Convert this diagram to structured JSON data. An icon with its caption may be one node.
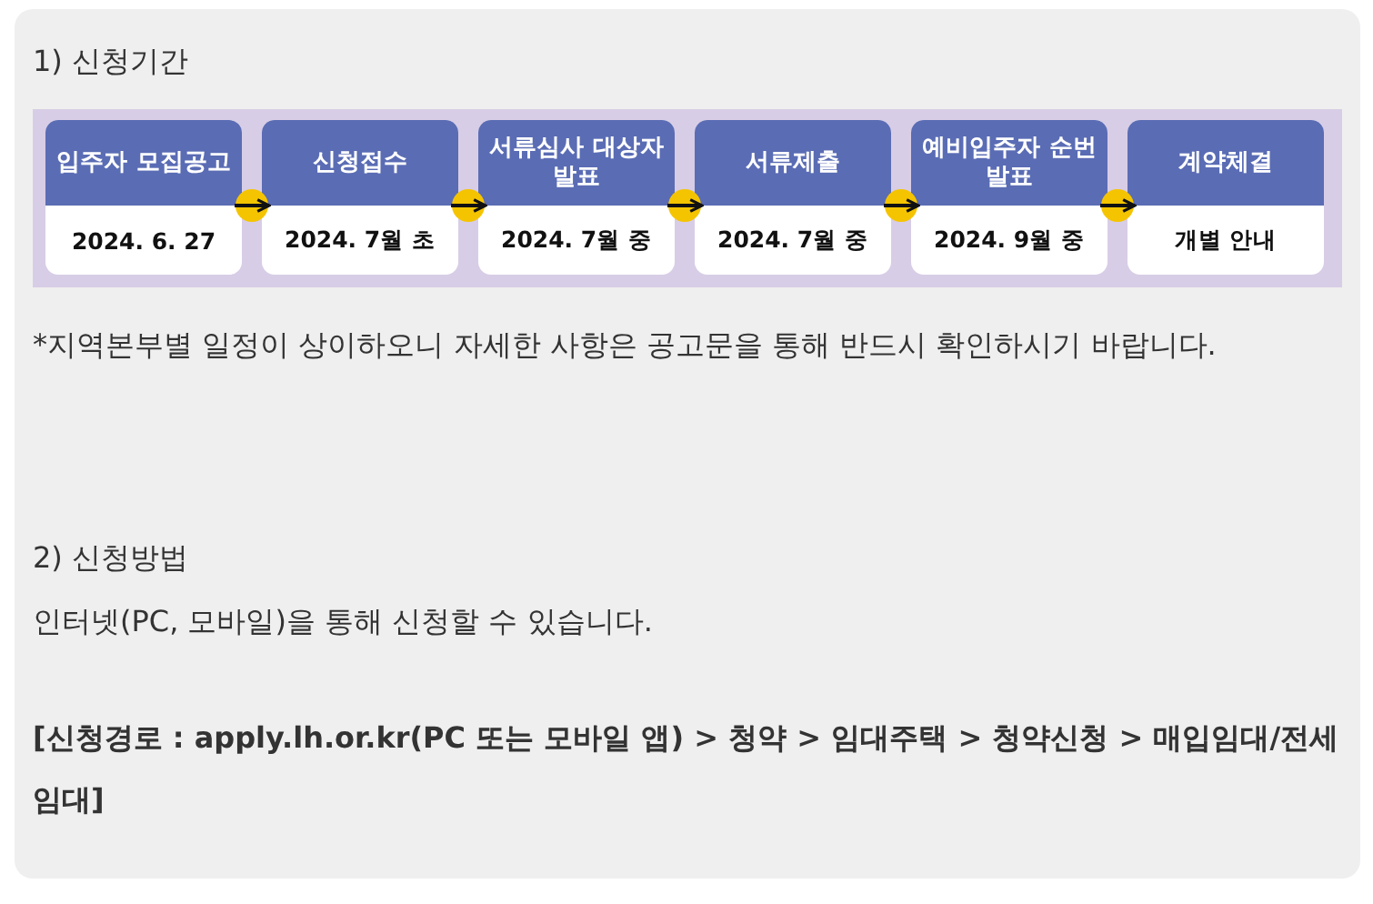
{
  "diagram": {
    "nodes": [
      {
        "text": [
          "입주자 모집공고",
          "2024. 6. 27"
        ]
      },
      {
        "text": [
          "신청접수",
          "2024. 7월 초"
        ]
      },
      {
        "text": [
          "서류심사 대상자 발표",
          "2024. 7월 중"
        ]
      },
      {
        "text": [
          "서류제출",
          "2024. 7월 중"
        ]
      },
      {
        "text": [
          "예비입주자 순번 발표",
          "2024. 9월 중"
        ]
      },
      {
        "text": [
          "계약체결",
          "개별 안내"
        ]
      }
    ],
    "edges": [
      {
        "from": 0,
        "to": 1,
        "arrow": "to"
      },
      {
        "from": 1,
        "to": 2,
        "arrow": "to"
      },
      {
        "from": 2,
        "to": 3,
        "arrow": "to"
      },
      {
        "from": 3,
        "to": 4,
        "arrow": "to"
      },
      {
        "from": 4,
        "to": 5,
        "arrow": "to"
      }
    ],
    "labels": [
      "1) 신청기간",
      "*지역본부별 일정이 상이하오니 자세한 사항은 공고문을 통해 반드시 확인하시기 바랍니다.",
      "2) 신청방법",
      "인터넷(PC, 모바일)을 통해 신청할 수 있습니다.",
      "[신청경로 : apply.lh.or.kr(PC 또는 모바일 앱) > 청약 > 임대주택 > 청약신청 > 매입임대/전세임대]"
    ]
  }
}
